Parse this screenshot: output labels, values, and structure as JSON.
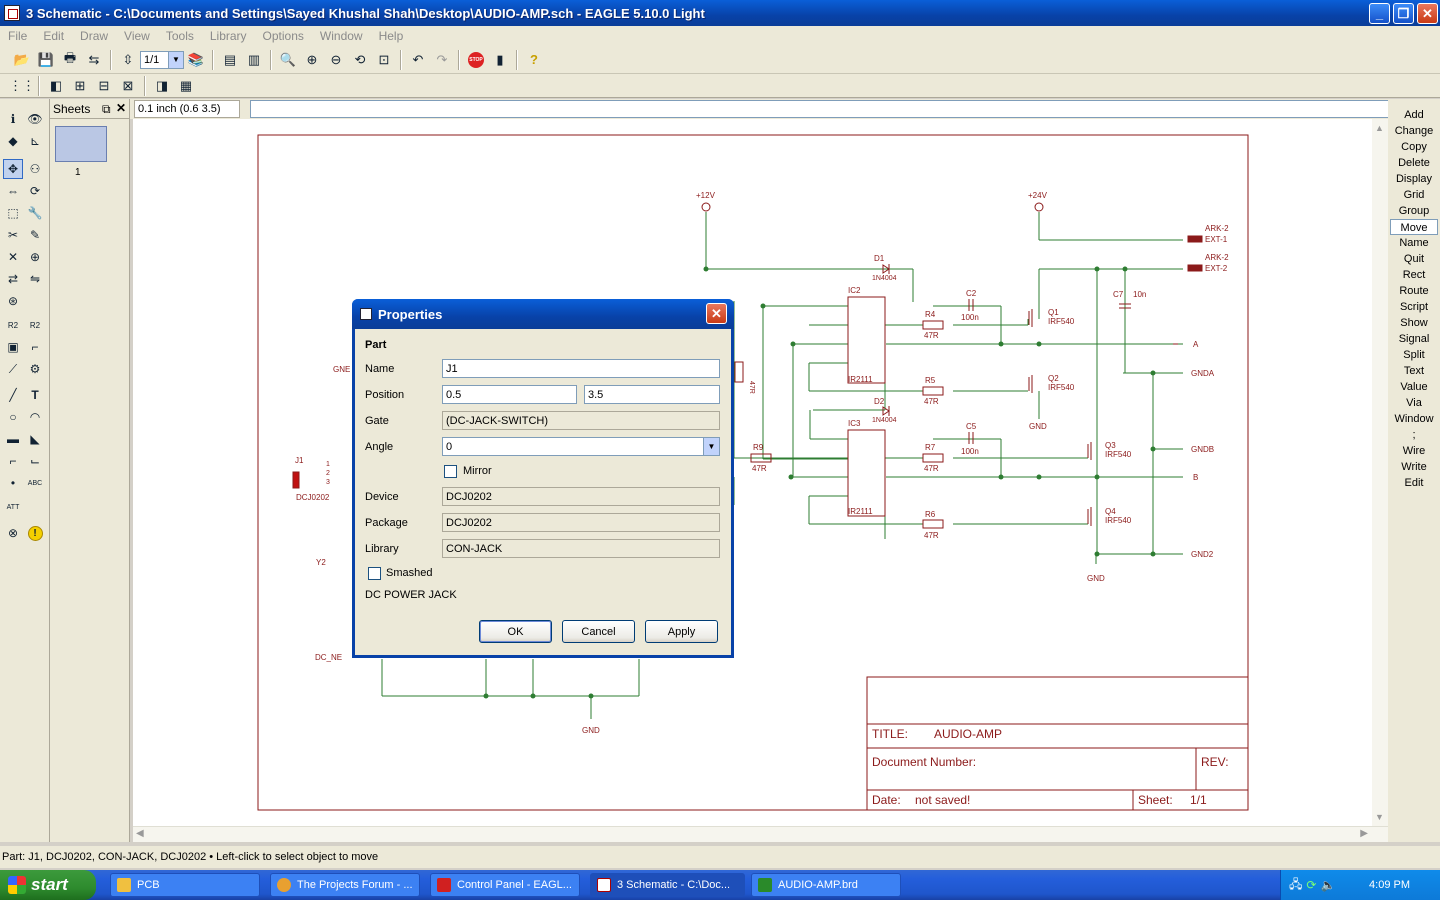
{
  "window": {
    "title": "3 Schematic - C:\\Documents and Settings\\Sayed Khushal Shah\\Desktop\\AUDIO-AMP.sch - EAGLE 5.10.0 Light",
    "minimize": "_",
    "maximize": "❐",
    "close": "✕"
  },
  "menu": [
    "File",
    "Edit",
    "Draw",
    "View",
    "Tools",
    "Library",
    "Options",
    "Window",
    "Help"
  ],
  "toolbar": {
    "sheet_select": "1/1"
  },
  "sheets_panel": {
    "title": "Sheets",
    "sheet_number": "1"
  },
  "coordinate": "0.1 inch (0.6 3.5)",
  "command_line": "",
  "right_commands": [
    "Add",
    "Change",
    "Copy",
    "Delete",
    "Display",
    "Grid",
    "Group",
    "Move",
    "Name",
    "Quit",
    "Rect",
    "Route",
    "Script",
    "Show",
    "Signal",
    "Split",
    "Text",
    "Value",
    "Via",
    "Window",
    ";",
    "Wire",
    "Write",
    "Edit"
  ],
  "active_command": "Move",
  "status": "Part: J1, DCJ0202, CON-JACK, DCJ0202  • Left-click to select object to move",
  "schematic": {
    "supply_12v": "+12V",
    "supply_24v": "+24V",
    "d1": "D1",
    "d1_val": "1N4004",
    "d2": "D2",
    "d2_val": "1N4004",
    "ic2": "IC2",
    "ic2_val": "IR2111",
    "ic3": "IC3",
    "ic3_val": "IR2111",
    "r4": "R4",
    "r4_val": "47R",
    "r5": "R5",
    "r5_val": "47R",
    "r6": "R6",
    "r6_val": "47R",
    "r7": "R7",
    "r7_val": "47R",
    "r9": "R9",
    "r9_val": "47R",
    "r_partial": "47R",
    "c2": "C2",
    "c2_val": "100n",
    "c5": "C5",
    "c5_val": "100n",
    "c7": "C7",
    "c7_val": "10n",
    "q1": "Q1",
    "q1_val": "IRF540",
    "q2": "Q2",
    "q2_val": "IRF540",
    "q3": "Q3",
    "q3_val": "IRF540",
    "q4": "Q4",
    "q4_val": "IRF540",
    "ark_top": "ARK-2",
    "ext1": "EXT-1",
    "ark_bot": "ARK-2",
    "ext2": "EXT-2",
    "net_a": "A",
    "net_b": "B",
    "gnda": "GNDA",
    "gndb": "GNDB",
    "gnd2": "GND2",
    "gnd": "GND",
    "gnd_partial": "GNE",
    "j1": "J1",
    "j1_val": "DCJ0202",
    "j1_pins": [
      "1",
      "2",
      "3"
    ],
    "y2": "Y2",
    "dc_ne": "DC_NE",
    "frame": {
      "title_label": "TITLE:",
      "title_value": "AUDIO-AMP",
      "docnum_label": "Document Number:",
      "rev_label": "REV:",
      "date_label": "Date:",
      "date_value": "not saved!",
      "sheet_label": "Sheet:",
      "sheet_value": "1/1"
    }
  },
  "dialog": {
    "title": "Properties",
    "section": "Part",
    "name_label": "Name",
    "name_value": "J1",
    "position_label": "Position",
    "pos_x": "0.5",
    "pos_y": "3.5",
    "gate_label": "Gate",
    "gate_value": "(DC-JACK-SWITCH)",
    "angle_label": "Angle",
    "angle_value": "0",
    "mirror_label": "Mirror",
    "device_label": "Device",
    "device_value": "DCJ0202",
    "package_label": "Package",
    "package_value": "DCJ0202",
    "library_label": "Library",
    "library_value": "CON-JACK",
    "smashed_label": "Smashed",
    "description": "DC POWER JACK",
    "ok": "OK",
    "cancel": "Cancel",
    "apply": "Apply"
  },
  "taskbar": {
    "start": "start",
    "tasks": [
      "PCB",
      "The Projects Forum - ...",
      "Control Panel - EAGL...",
      "3 Schematic - C:\\Doc...",
      "AUDIO-AMP.brd"
    ],
    "clock": "4:09 PM"
  },
  "colors": {
    "net": "#2e7d32",
    "part": "#8b1a1a",
    "title_bar": "#0a5fd8"
  }
}
